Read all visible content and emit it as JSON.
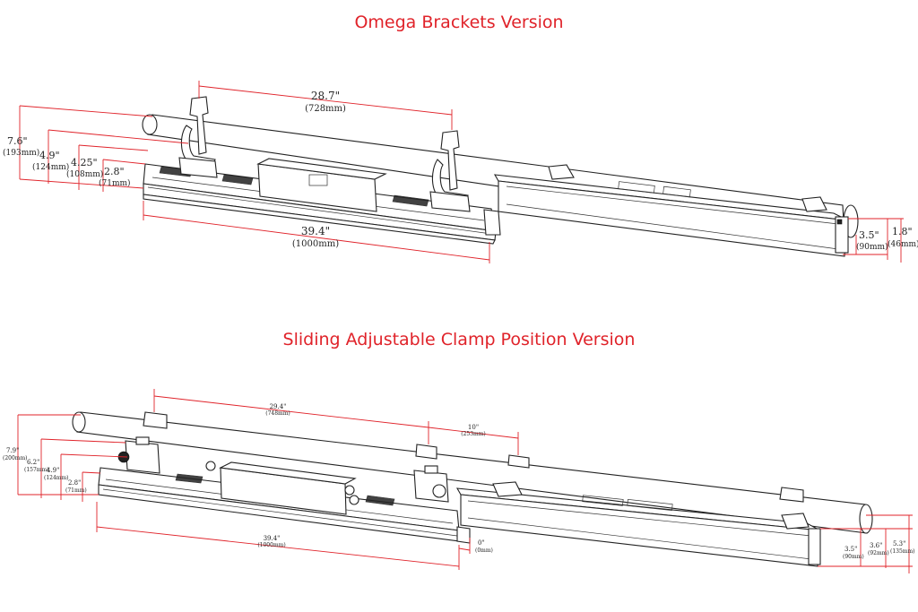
{
  "diagram1": {
    "title": "Omega Brackets Version",
    "dims": {
      "bracket_spacing": "28.7\"",
      "bracket_spacing_mm": "(728mm)",
      "length": "39.4\"",
      "length_mm": "(1000mm)",
      "h1": "7.6\"",
      "h1_mm": "(193mm)",
      "h2": "4.9\"",
      "h2_mm": "(124mm)",
      "h3": "4.25\"",
      "h3_mm": "(108mm)",
      "h4": "2.8\"",
      "h4_mm": "(71mm)",
      "end_h": "3.5\"",
      "end_h_mm": "(90mm)",
      "end_w": "1.8\"",
      "end_w_mm": "(46mm)"
    }
  },
  "diagram2": {
    "title": "Sliding Adjustable Clamp Position Version",
    "dims": {
      "clamp_span": "29.4\"",
      "clamp_span_mm": "(748mm)",
      "slide": "10\"",
      "slide_mm": "(253mm)",
      "length": "39.4\"",
      "length_mm": "(1000mm)",
      "offset": "0\"",
      "offset_mm": "(0mm)",
      "h1": "7.9\"",
      "h1_mm": "(200mm)",
      "h2": "6.2\"",
      "h2_mm": "(157mm)",
      "h3": "4.9\"",
      "h3_mm": "(124mm)",
      "h4": "2.8\"",
      "h4_mm": "(71mm)",
      "r1": "3.5\"",
      "r1_mm": "(90mm)",
      "r2": "3.6\"",
      "r2_mm": "(92mm)",
      "r3": "5.3\"",
      "r3_mm": "(135mm)"
    }
  },
  "colors": {
    "title": "#e0232a",
    "dimension_line": "#e0232a",
    "drawing": "#222222"
  }
}
